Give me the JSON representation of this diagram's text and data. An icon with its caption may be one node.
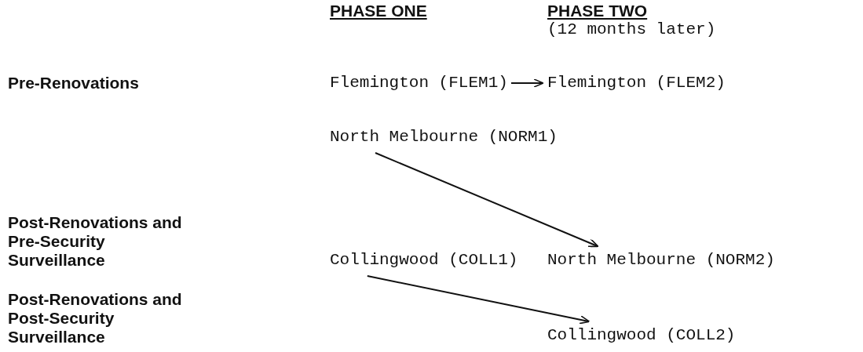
{
  "diagram": {
    "nodes": [
      {
        "text": [
          "Flemington (FLEM1)"
        ]
      },
      {
        "text": [
          "Flemington (FLEM2)"
        ]
      },
      {
        "text": [
          "North Melbourne (NORM1)"
        ]
      },
      {
        "text": [
          "Collingwood (COLL1)"
        ]
      },
      {
        "text": [
          "North Melbourne (NORM2)"
        ]
      },
      {
        "text": [
          "Collingwood (COLL2)"
        ]
      }
    ],
    "edges": [
      {
        "from": 0,
        "to": 1,
        "arrow": "to"
      },
      {
        "from": 2,
        "to": 4,
        "arrow": "to"
      },
      {
        "from": 3,
        "to": 5,
        "arrow": "to"
      }
    ],
    "labels": [
      "PHASE ONE",
      "PHASE TWO",
      "(12 months later)",
      "Pre-Renovations",
      "Post-Renovations and Pre-Security Surveillance",
      "Post-Renovations and Post-Security Surveillance"
    ]
  }
}
